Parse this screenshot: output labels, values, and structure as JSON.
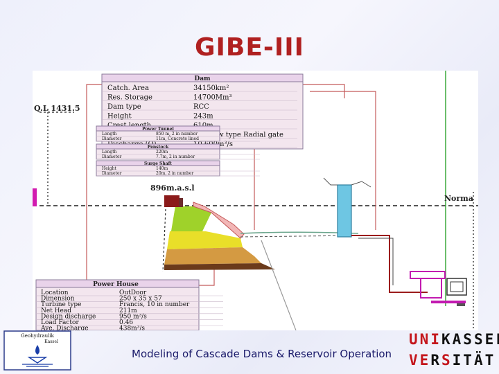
{
  "slide": {
    "title": "GIBE-III",
    "footer": "Modeling of Cascade Dams & Reservoir Operation"
  },
  "colors": {
    "title": "#b02020",
    "footer": "#1a1a6a",
    "table_header": "#e9d3ea",
    "table_fill": "#f3e6ee",
    "dam_crest": "#8b1a1a",
    "dam_green": "#9fd22a",
    "dam_yellow": "#e9df29",
    "dam_orange": "#d49a42",
    "dam_brown": "#6b3a1b",
    "spillway_pink": "#f2b6b6",
    "surge_shaft": "#6ec6e3",
    "tunnel": "#9b1c1c",
    "uni_red": "#c4161c"
  },
  "diagram": {
    "left_level_label": "Q.L 1431.5",
    "crest_label": "896m.a.s.l",
    "normal_level_label": "Norma",
    "dam_table": {
      "header": "Dam",
      "rows": [
        [
          "Catch. Area",
          "34150km²"
        ],
        [
          "Res. Storage",
          "14700Mm³"
        ],
        [
          "Dam type",
          "RCC"
        ],
        [
          "Height",
          "243m"
        ],
        [
          "Crest length",
          "610m"
        ],
        [
          "Spillway",
          "overflow type Radial gate"
        ],
        [
          "Discharge (Q)",
          "10,600m³/s"
        ]
      ]
    },
    "power_tunnel": {
      "header": "Power Tunnel",
      "rows": [
        [
          "Length",
          "850 m, 2 in number"
        ],
        [
          "Diameter",
          "11m, Concrete lined"
        ]
      ]
    },
    "penstock": {
      "header": "Penstock",
      "rows": [
        [
          "Length",
          "220m"
        ],
        [
          "Diameter",
          "7.7m, 2 in number"
        ]
      ]
    },
    "surge_shaft": {
      "header": "Surge Shaft",
      "rows": [
        [
          "Height",
          "140m"
        ],
        [
          "Diameter",
          "20m, 2 in number"
        ]
      ]
    },
    "power_house": {
      "header": "Power House",
      "rows": [
        [
          "Location",
          "OutDoor"
        ],
        [
          "Dimension",
          "250 x 35 x 57"
        ],
        [
          "Turbine type",
          "Francis, 10 in number"
        ],
        [
          "Net Head",
          "211m"
        ],
        [
          "Design discharge",
          "950 m³/s"
        ],
        [
          "Load Factor",
          "0.46"
        ],
        [
          "Ave. Discharge",
          "438m³/s"
        ]
      ]
    }
  },
  "logos": {
    "left_line1": "Geohydraulik",
    "left_line2": "Kassel",
    "uni_row1": [
      "U",
      "N",
      "I",
      "K",
      "A",
      "S",
      "S",
      "E",
      "L"
    ],
    "uni_row2": [
      "V",
      "E",
      "R",
      "S",
      "I",
      "T",
      "Ä",
      "T"
    ]
  }
}
